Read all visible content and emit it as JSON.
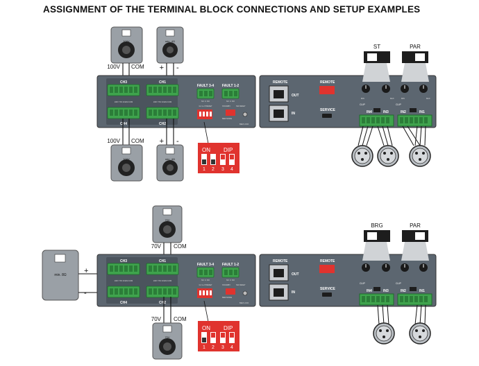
{
  "title": "ASSIGNMENT OF THE TERMINAL BLOCK CONNECTIONS AND SETUP EXAMPLES",
  "colors": {
    "panel": "#5c6670",
    "panel_dark": "#3d444c",
    "terminal_green": "#3fa34d",
    "dip_red": "#e0332e",
    "speaker_grey": "#9aa0a6",
    "wire": "#111111"
  },
  "labels": {
    "ch1": "CH1",
    "ch2": "CH2",
    "ch3": "CH3",
    "ch4": "CH4",
    "fault34": "FAULT 3-4",
    "fault12": "FAULT 1-2",
    "remote": "REMOTE",
    "out": "OUT",
    "in": "IN",
    "service": "SERVICE",
    "remote2": "REMOTE",
    "in1": "IN1",
    "in2": "IN2",
    "in3": "IN3",
    "in4": "IN4",
    "clip": "CLIP",
    "term_pins": "100V 70V 4OHM COM",
    "fault_pins": "NC C NO",
    "dip_on": "ON",
    "dip_title": "DIP",
    "dip_nums": [
      "1",
      "2",
      "3",
      "4"
    ],
    "knob_min": "MIN",
    "knob_max": "MAX",
    "standby": "STANDBY",
    "sw_reset": "SW RESET",
    "bem_mode": "BEM MODE",
    "bem_lock": "BEM LOCK",
    "preset": "3-4 1-2 PRESET",
    "dip_small": "ON OFF"
  },
  "example1": {
    "speaker_top_left": "100V",
    "speaker_top_right": "min. 4Ω",
    "speaker_bot_left": "100V",
    "speaker_bot_right": "min. 4Ω",
    "wire_top_a": "100V",
    "wire_top_b": "COM",
    "wire_top_plus": "+",
    "wire_top_minus": "-",
    "wire_bot_a": "100V",
    "wire_bot_b": "COM",
    "wire_bot_plus": "+",
    "wire_bot_minus": "-",
    "mode_left": "ST",
    "mode_right": "PAR",
    "dip_states": [
      "off",
      "off",
      "on",
      "on"
    ]
  },
  "example2": {
    "speaker_top": "70V",
    "speaker_bottom": "70V",
    "speaker_big": "min. 8Ω",
    "wire_top_a": "70V",
    "wire_top_b": "COM",
    "wire_bot_a": "70V",
    "wire_bot_b": "COM",
    "big_plus": "+",
    "big_minus": "-",
    "mode_left": "BRG",
    "mode_right": "PAR",
    "dip_states": [
      "off",
      "on",
      "on",
      "on"
    ]
  }
}
